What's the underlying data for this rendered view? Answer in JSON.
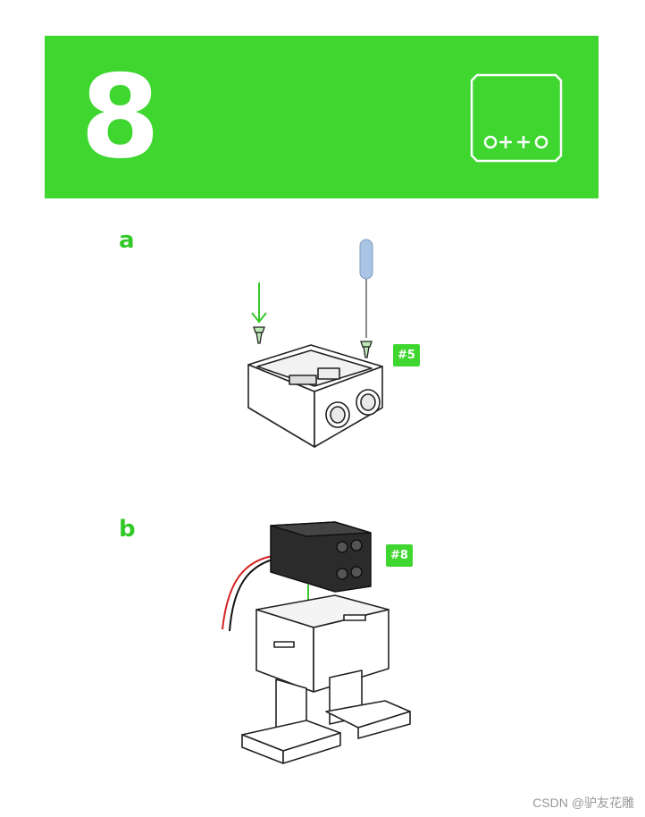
{
  "step": {
    "number": "8"
  },
  "logo": {
    "name": "otto-logo",
    "text": "o++o"
  },
  "sections": [
    {
      "label": "a",
      "part_badge": "#5"
    },
    {
      "label": "b",
      "part_badge": "#8"
    }
  ],
  "colors": {
    "brand_green": "#3ed62f",
    "arrow_green": "#35c92a",
    "screwdriver_blue": "#a9c4e4"
  },
  "watermark": "CSDN @驴友花雕"
}
